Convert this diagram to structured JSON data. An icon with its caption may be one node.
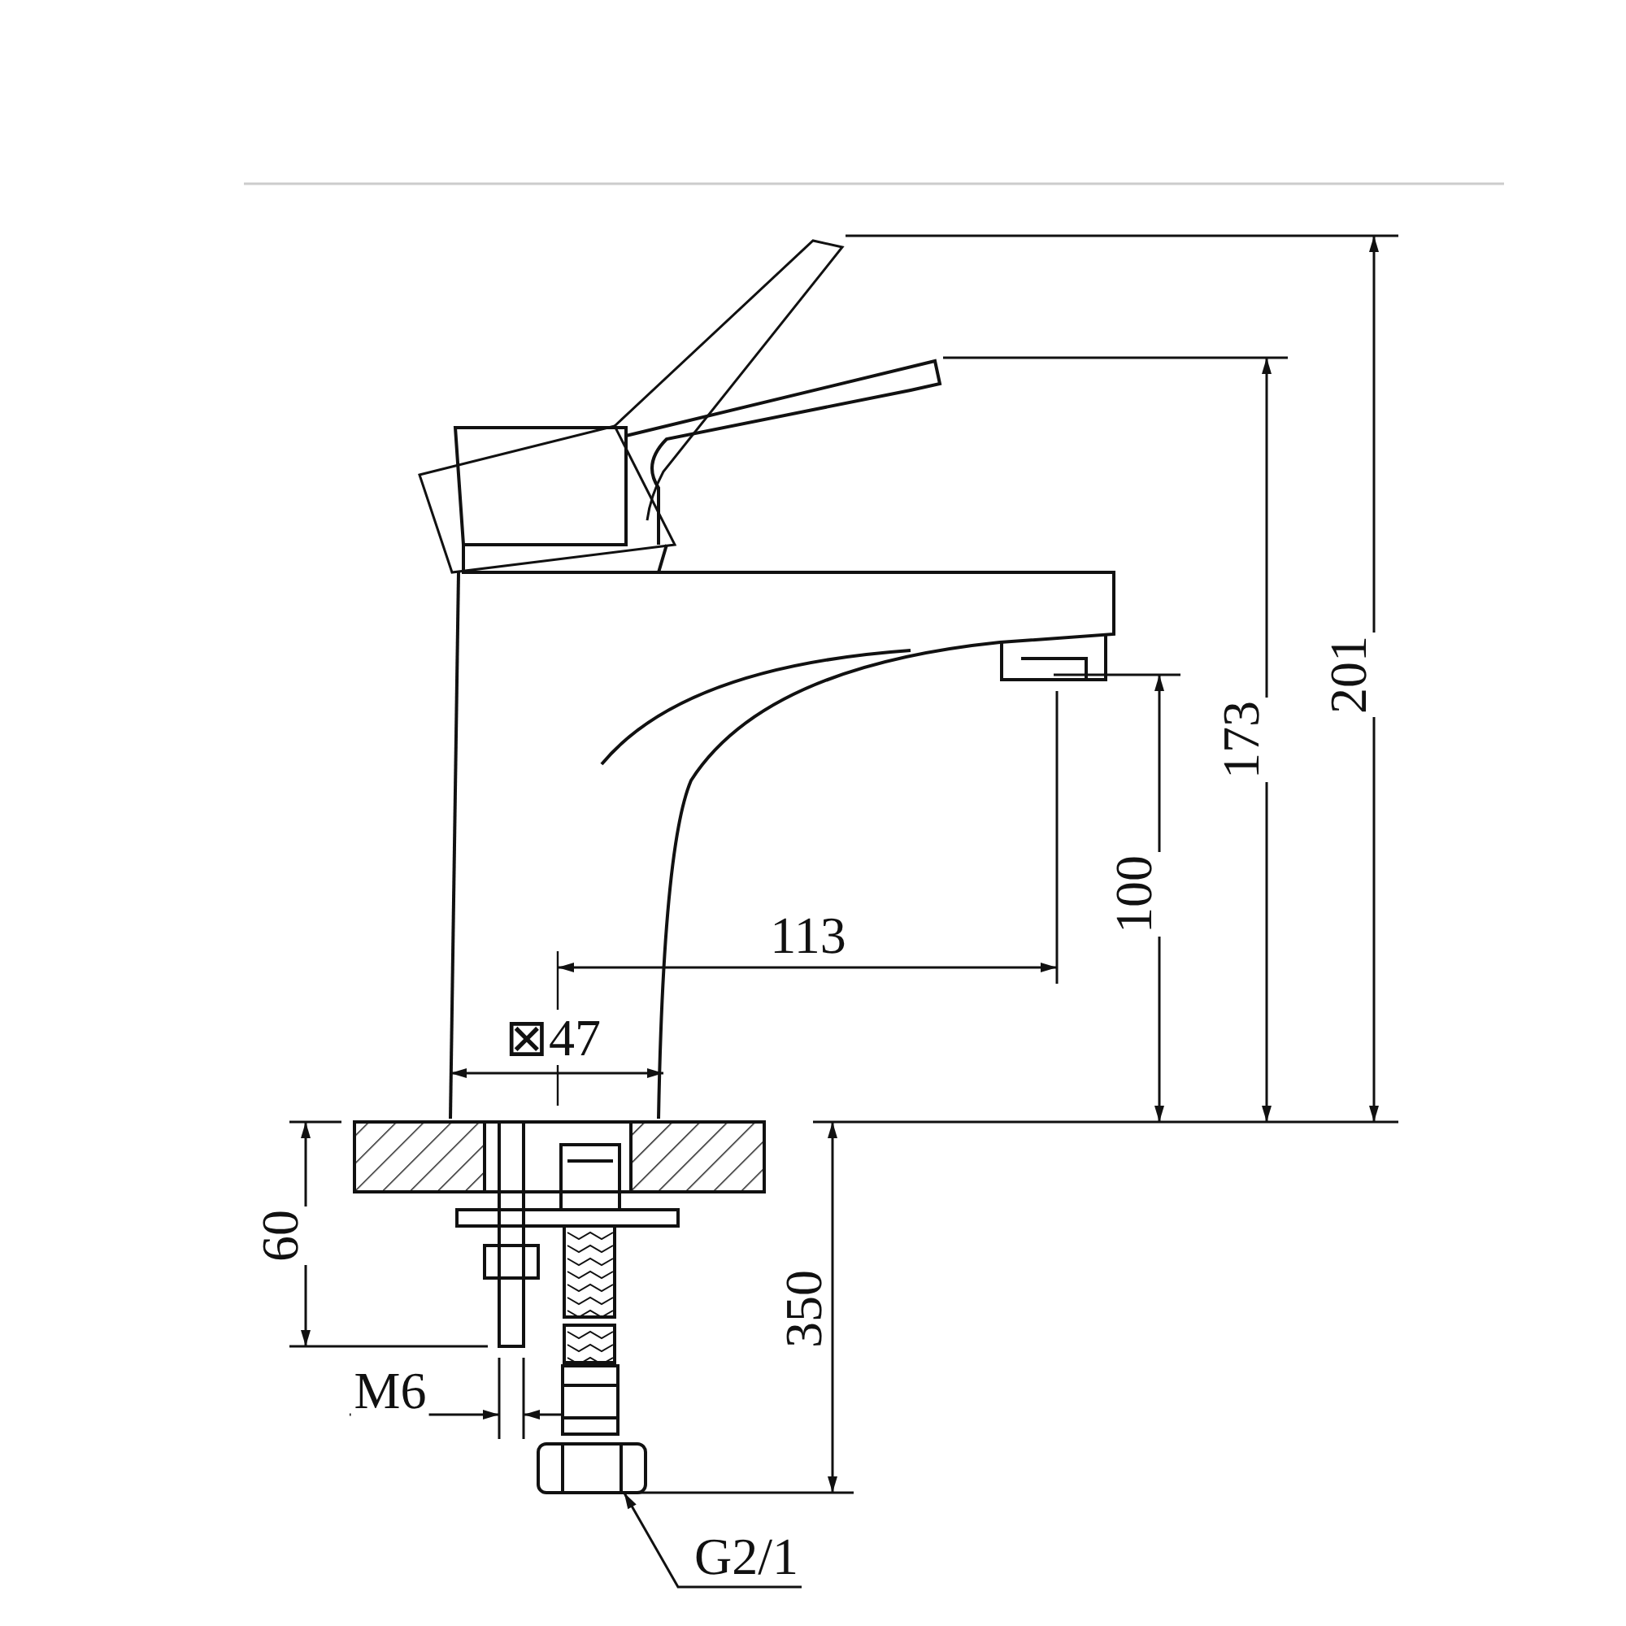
{
  "diagram": {
    "nodes": [
      {
        "text": [
          "G2/1"
        ]
      },
      {
        "text": [],
        "shape": "picture"
      }
    ],
    "edges": [
      {
        "from": 0,
        "to": 1,
        "arrow": "to"
      }
    ],
    "labels": [
      "201",
      "173",
      "100",
      "113",
      "⊠47",
      "60",
      "350",
      "M6"
    ]
  }
}
